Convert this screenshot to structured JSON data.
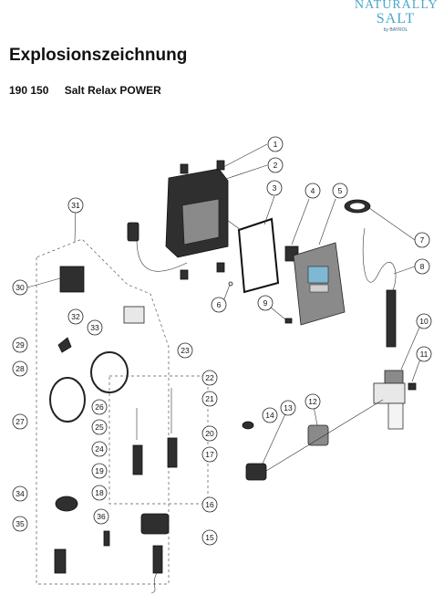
{
  "brand": {
    "logo_line1": "NATURALLY",
    "logo_line2": "SALT",
    "logo_line3": "by BAYROL",
    "color": "#4aa7c9"
  },
  "header": {
    "title": "Explosionszeichnung",
    "article_number": "190 150",
    "product_name": "Salt Relax POWER"
  },
  "callouts": [
    "1",
    "2",
    "3",
    "4",
    "5",
    "6",
    "7",
    "8",
    "9",
    "10",
    "11",
    "12",
    "13",
    "14",
    "15",
    "16",
    "17",
    "18",
    "19",
    "20",
    "21",
    "22",
    "23",
    "24",
    "25",
    "26",
    "27",
    "28",
    "29",
    "30",
    "31",
    "32",
    "33",
    "34",
    "35",
    "36"
  ]
}
